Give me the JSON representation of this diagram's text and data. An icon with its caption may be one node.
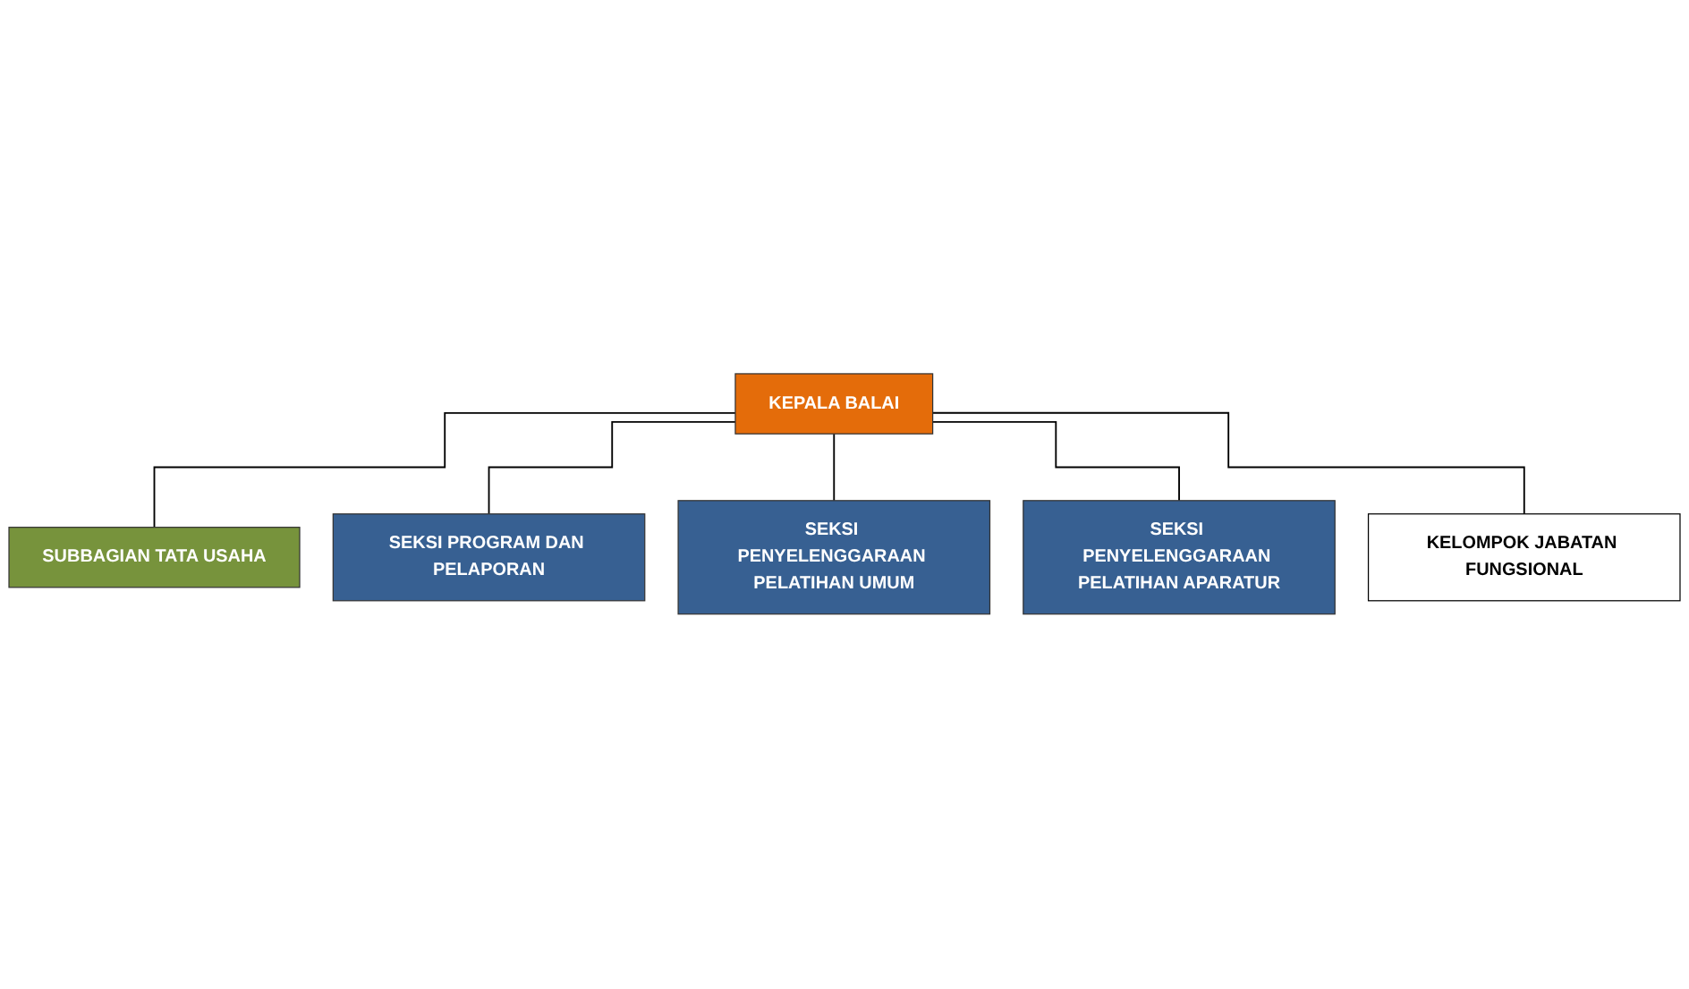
{
  "diagram": {
    "nodes": [
      {
        "text": [
          "KEPALA BALAI"
        ]
      },
      {
        "text": [
          "SUBBAGIAN TATA USAHA"
        ]
      },
      {
        "text": [
          "SEKSI PROGRAM DAN PELAPORAN"
        ]
      },
      {
        "text": [
          "SEKSI PENYELENGGARAAN PELATIHAN UMUM"
        ]
      },
      {
        "text": [
          "SEKSI PENYELENGGARAAN PELATIHAN APARATUR"
        ]
      },
      {
        "text": [
          "KELOMPOK JABATAN FUNGSIONAL"
        ]
      }
    ],
    "edges": [
      {
        "from": 0,
        "to": 1,
        "arrow": "none"
      },
      {
        "from": 0,
        "to": 2,
        "arrow": "none"
      },
      {
        "from": 0,
        "to": 3,
        "arrow": "none"
      },
      {
        "from": 0,
        "to": 4,
        "arrow": "none"
      },
      {
        "from": 0,
        "to": 5,
        "arrow": "none"
      }
    ]
  }
}
